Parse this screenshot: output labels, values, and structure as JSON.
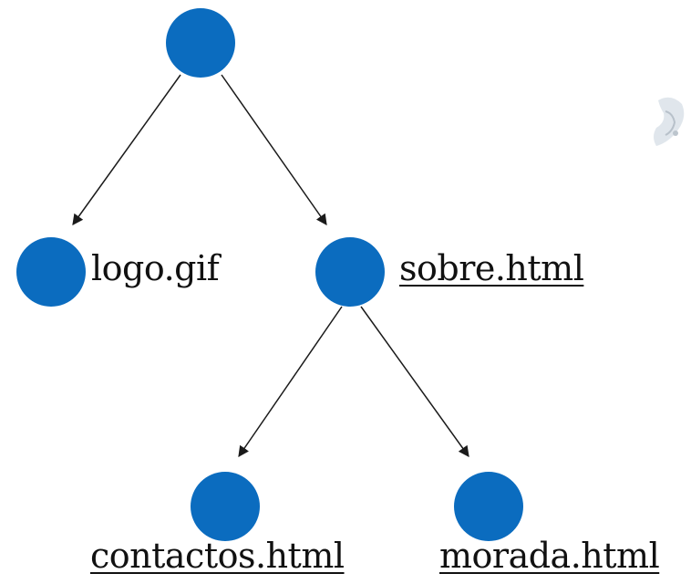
{
  "tree": {
    "node_color": "#0b6cbf",
    "root": {
      "label": ""
    },
    "children": [
      {
        "label": "logo.gif",
        "link": false
      },
      {
        "label": "sobre.html",
        "link": true,
        "children": [
          {
            "label": "contactos.html",
            "link": true
          },
          {
            "label": "morada.html",
            "link": true
          }
        ]
      }
    ]
  }
}
